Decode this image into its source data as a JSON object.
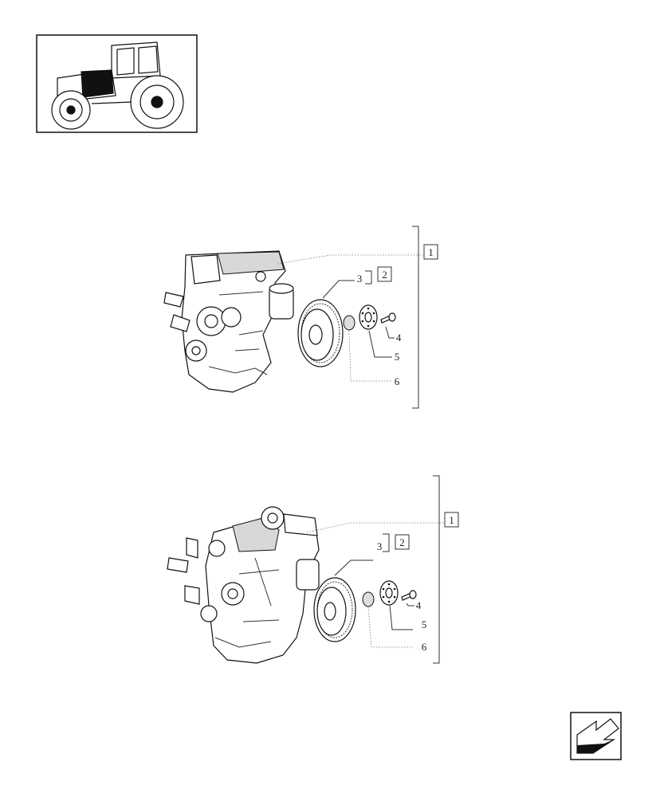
{
  "thumbnail": {
    "icon": "tractor-thumbnail"
  },
  "nav": {
    "icon": "back-arrow-icon"
  },
  "views": [
    {
      "group_box": "1",
      "labels": {
        "p3": "3",
        "box2": "2",
        "p4": "4",
        "p5": "5",
        "p6": "6"
      }
    },
    {
      "group_box": "1",
      "labels": {
        "p3": "3",
        "box2": "2",
        "p4": "4",
        "p5": "5",
        "p6": "6"
      }
    }
  ]
}
